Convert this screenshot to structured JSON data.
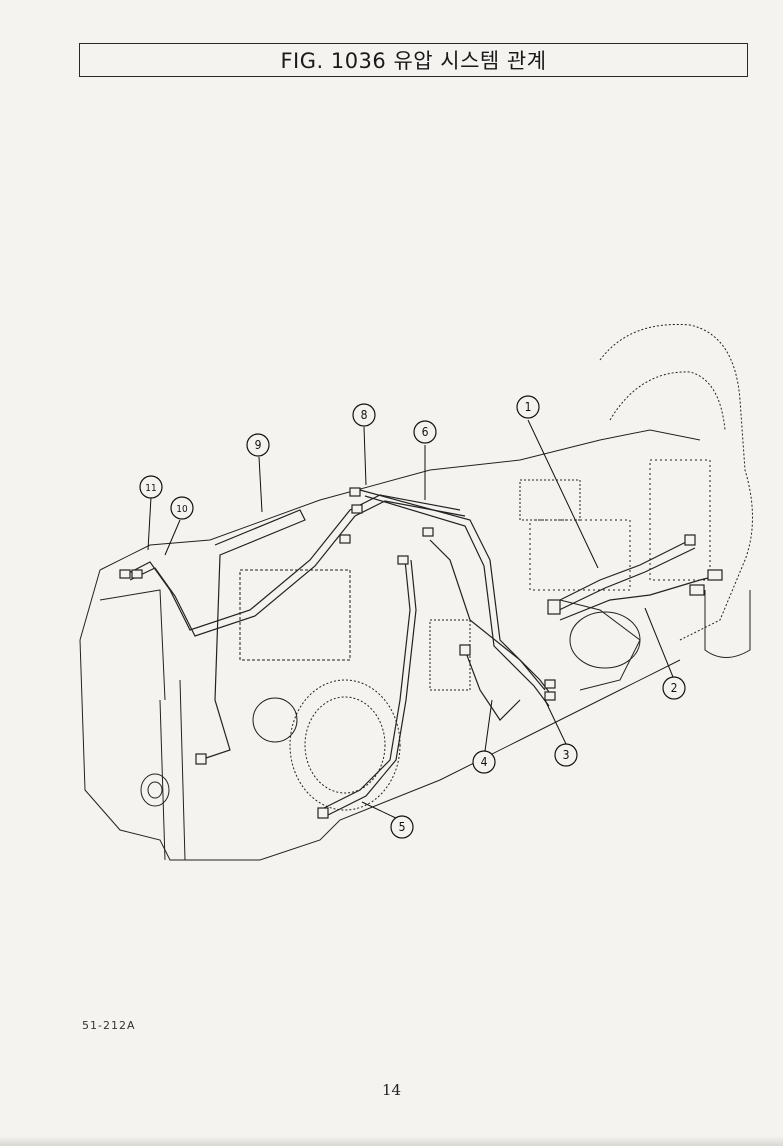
{
  "figure": {
    "title": "FIG. 1036 유압 시스템 관계"
  },
  "callouts": [
    {
      "id": "1",
      "label": "1"
    },
    {
      "id": "2",
      "label": "2"
    },
    {
      "id": "3",
      "label": "3"
    },
    {
      "id": "4",
      "label": "4"
    },
    {
      "id": "5",
      "label": "5"
    },
    {
      "id": "6",
      "label": "6"
    },
    {
      "id": "8",
      "label": "8"
    },
    {
      "id": "9",
      "label": "9"
    },
    {
      "id": "10",
      "label": "10"
    },
    {
      "id": "11",
      "label": "11"
    }
  ],
  "footer": {
    "doc_code": "51-212A",
    "page_number": "14"
  },
  "colors": {
    "ink": "#1a1a1a",
    "paper": "#f4f3f0"
  }
}
